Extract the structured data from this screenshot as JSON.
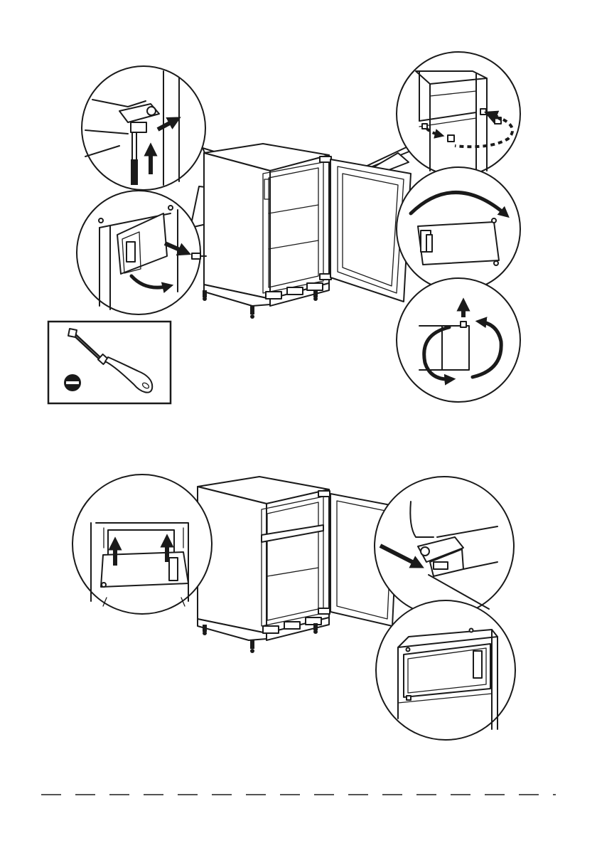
{
  "figure_1": {
    "callouts": [
      "hinge-removal-detail",
      "handle-removal-detail",
      "hinge-pin-relocation-detail",
      "door-rotate-detail",
      "hinge-flip-detail"
    ],
    "tool": {
      "icon": "flat-screwdriver-icon",
      "symbol": "slotted-head-symbol"
    }
  },
  "figure_2": {
    "callouts": [
      "shelf-lift-detail",
      "hinge-insert-detail",
      "freezer-door-detail"
    ]
  },
  "footer": {
    "rule_style": "dashed"
  },
  "colors": {
    "ink": "#1a1a1a",
    "paper": "#ffffff",
    "shade": "#e9e9e9"
  }
}
